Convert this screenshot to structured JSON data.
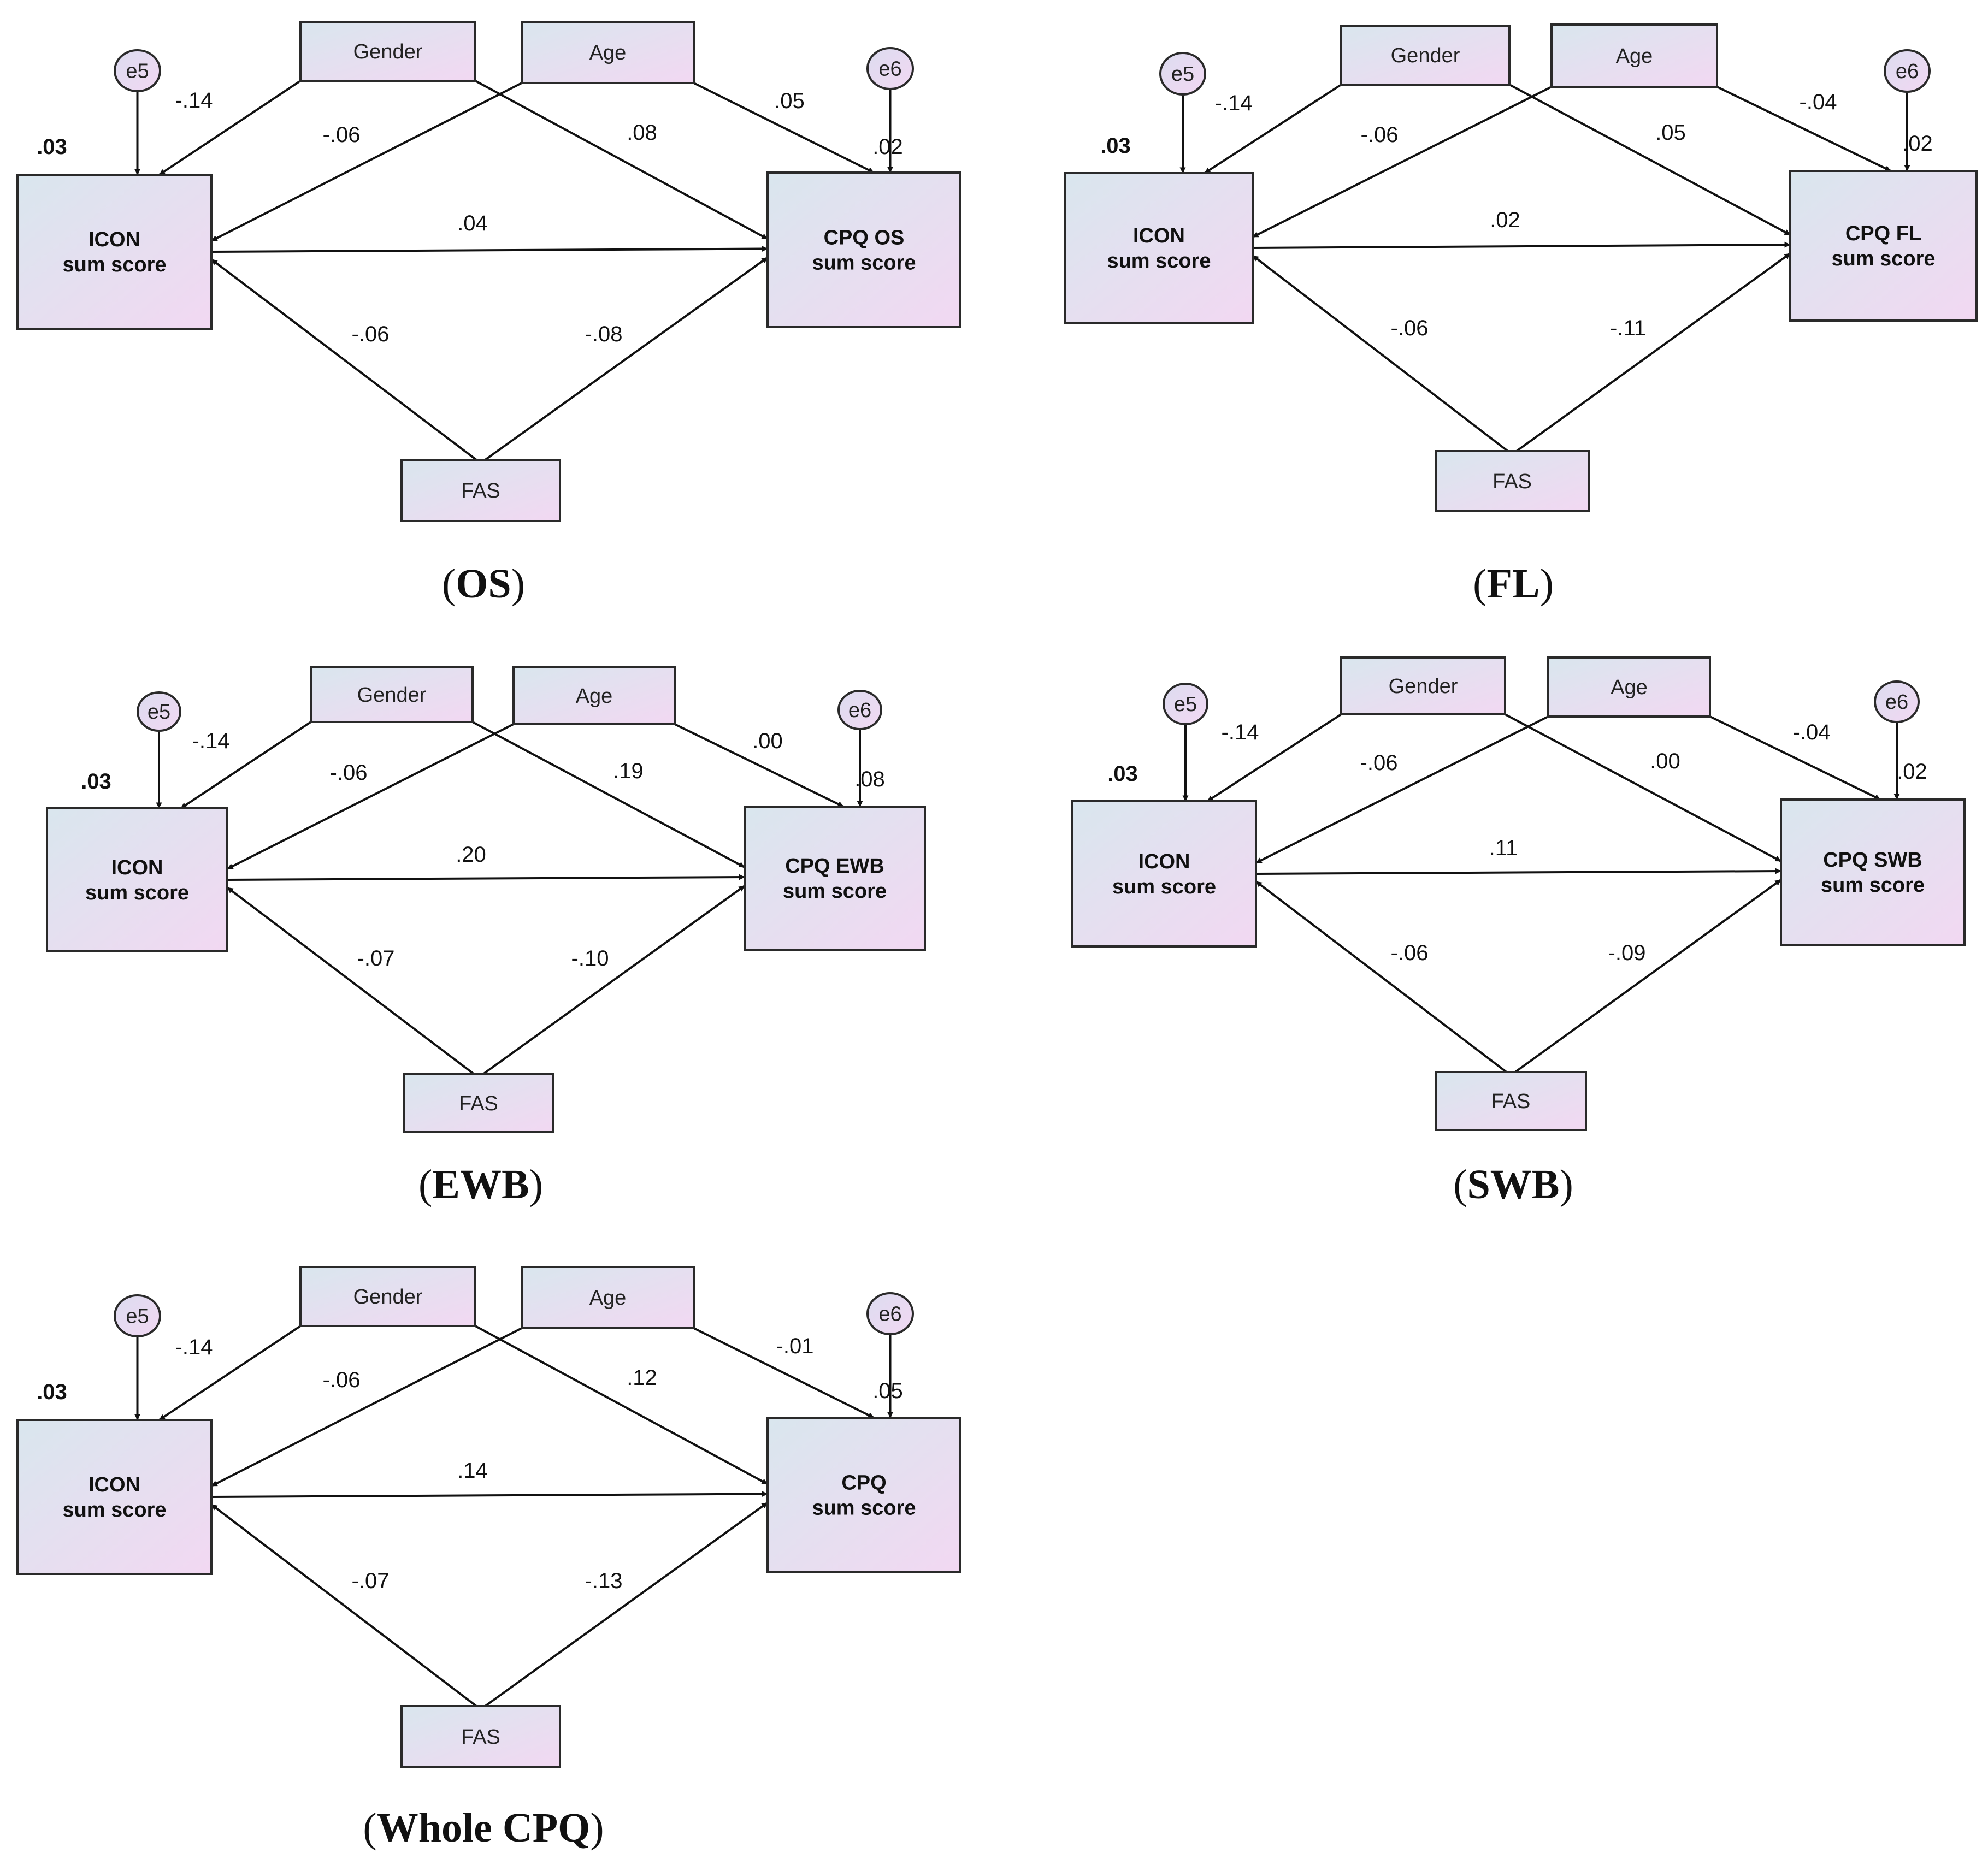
{
  "colors": {
    "box_gradient_start": "#d9e6ee",
    "box_gradient_end": "#f2d8f2",
    "oval_gradient_start": "#dcdcf0",
    "oval_gradient_end": "#f2d8f2",
    "stroke": "#111111"
  },
  "diagrams": [
    {
      "id": "os",
      "caption_open": "(",
      "caption_text": "OS",
      "caption_close": ")",
      "nodes": {
        "e5": "e5",
        "e6": "e6",
        "gender": "Gender",
        "age": "Age",
        "fas": "FAS",
        "icon_line1": "ICON",
        "icon_line2": "sum score",
        "cpq_line1": "CPQ OS",
        "cpq_line2": "sum score"
      },
      "r2": {
        "icon": ".03",
        "cpq": ".02"
      },
      "paths": {
        "gender_icon": "-.14",
        "age_icon": "-.06",
        "gender_cpq": ".08",
        "age_cpq": ".05",
        "icon_cpq": ".04",
        "fas_icon": "-.06",
        "fas_cpq": "-.08"
      }
    },
    {
      "id": "fl",
      "caption_open": "(",
      "caption_text": "FL",
      "caption_close": ")",
      "nodes": {
        "e5": "e5",
        "e6": "e6",
        "gender": "Gender",
        "age": "Age",
        "fas": "FAS",
        "icon_line1": "ICON",
        "icon_line2": "sum score",
        "cpq_line1": "CPQ FL",
        "cpq_line2": "sum score"
      },
      "r2": {
        "icon": ".03",
        "cpq": ".02"
      },
      "paths": {
        "gender_icon": "-.14",
        "age_icon": "-.06",
        "gender_cpq": ".05",
        "age_cpq": "-.04",
        "icon_cpq": ".02",
        "fas_icon": "-.06",
        "fas_cpq": "-.11"
      }
    },
    {
      "id": "ewb",
      "caption_open": "(",
      "caption_text": "EWB",
      "caption_close": ")",
      "nodes": {
        "e5": "e5",
        "e6": "e6",
        "gender": "Gender",
        "age": "Age",
        "fas": "FAS",
        "icon_line1": "ICON",
        "icon_line2": "sum score",
        "cpq_line1": "CPQ EWB",
        "cpq_line2": "sum score"
      },
      "r2": {
        "icon": ".03",
        "cpq": ".08"
      },
      "paths": {
        "gender_icon": "-.14",
        "age_icon": "-.06",
        "gender_cpq": ".19",
        "age_cpq": ".00",
        "icon_cpq": ".20",
        "fas_icon": "-.07",
        "fas_cpq": "-.10"
      }
    },
    {
      "id": "swb",
      "caption_open": "(",
      "caption_text": "SWB",
      "caption_close": ")",
      "nodes": {
        "e5": "e5",
        "e6": "e6",
        "gender": "Gender",
        "age": "Age",
        "fas": "FAS",
        "icon_line1": "ICON",
        "icon_line2": "sum score",
        "cpq_line1": "CPQ SWB",
        "cpq_line2": "sum score"
      },
      "r2": {
        "icon": ".03",
        "cpq": ".02"
      },
      "paths": {
        "gender_icon": "-.14",
        "age_icon": "-.06",
        "gender_cpq": ".00",
        "age_cpq": "-.04",
        "icon_cpq": ".11",
        "fas_icon": "-.06",
        "fas_cpq": "-.09"
      }
    },
    {
      "id": "whole",
      "caption_open": "(",
      "caption_text": "Whole CPQ",
      "caption_close": ")",
      "nodes": {
        "e5": "e5",
        "e6": "e6",
        "gender": "Gender",
        "age": "Age",
        "fas": "FAS",
        "icon_line1": "ICON",
        "icon_line2": "sum score",
        "cpq_line1": "CPQ",
        "cpq_line2": "sum score"
      },
      "r2": {
        "icon": ".03",
        "cpq": ".05"
      },
      "paths": {
        "gender_icon": "-.14",
        "age_icon": "-.06",
        "gender_cpq": ".12",
        "age_cpq": "-.01",
        "icon_cpq": ".14",
        "fas_icon": "-.07",
        "fas_cpq": "-.13"
      }
    }
  ]
}
